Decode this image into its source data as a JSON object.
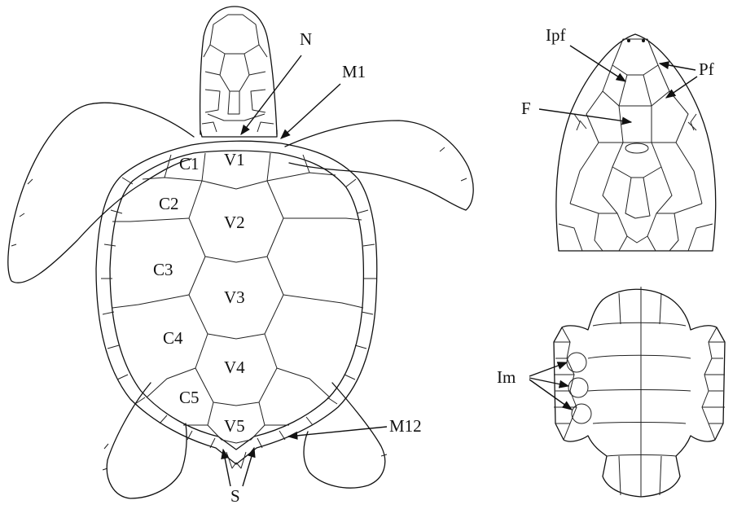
{
  "labels": {
    "N": "N",
    "M1": "M1",
    "C1": "C1",
    "V1": "V1",
    "C2": "C2",
    "V2": "V2",
    "C3": "C3",
    "V3": "V3",
    "C4": "C4",
    "V4": "V4",
    "C5": "C5",
    "V5": "V5",
    "M12": "M12",
    "S": "S",
    "Ipf": "Ipf",
    "Pf": "Pf",
    "F": "F",
    "Im": "Im"
  }
}
